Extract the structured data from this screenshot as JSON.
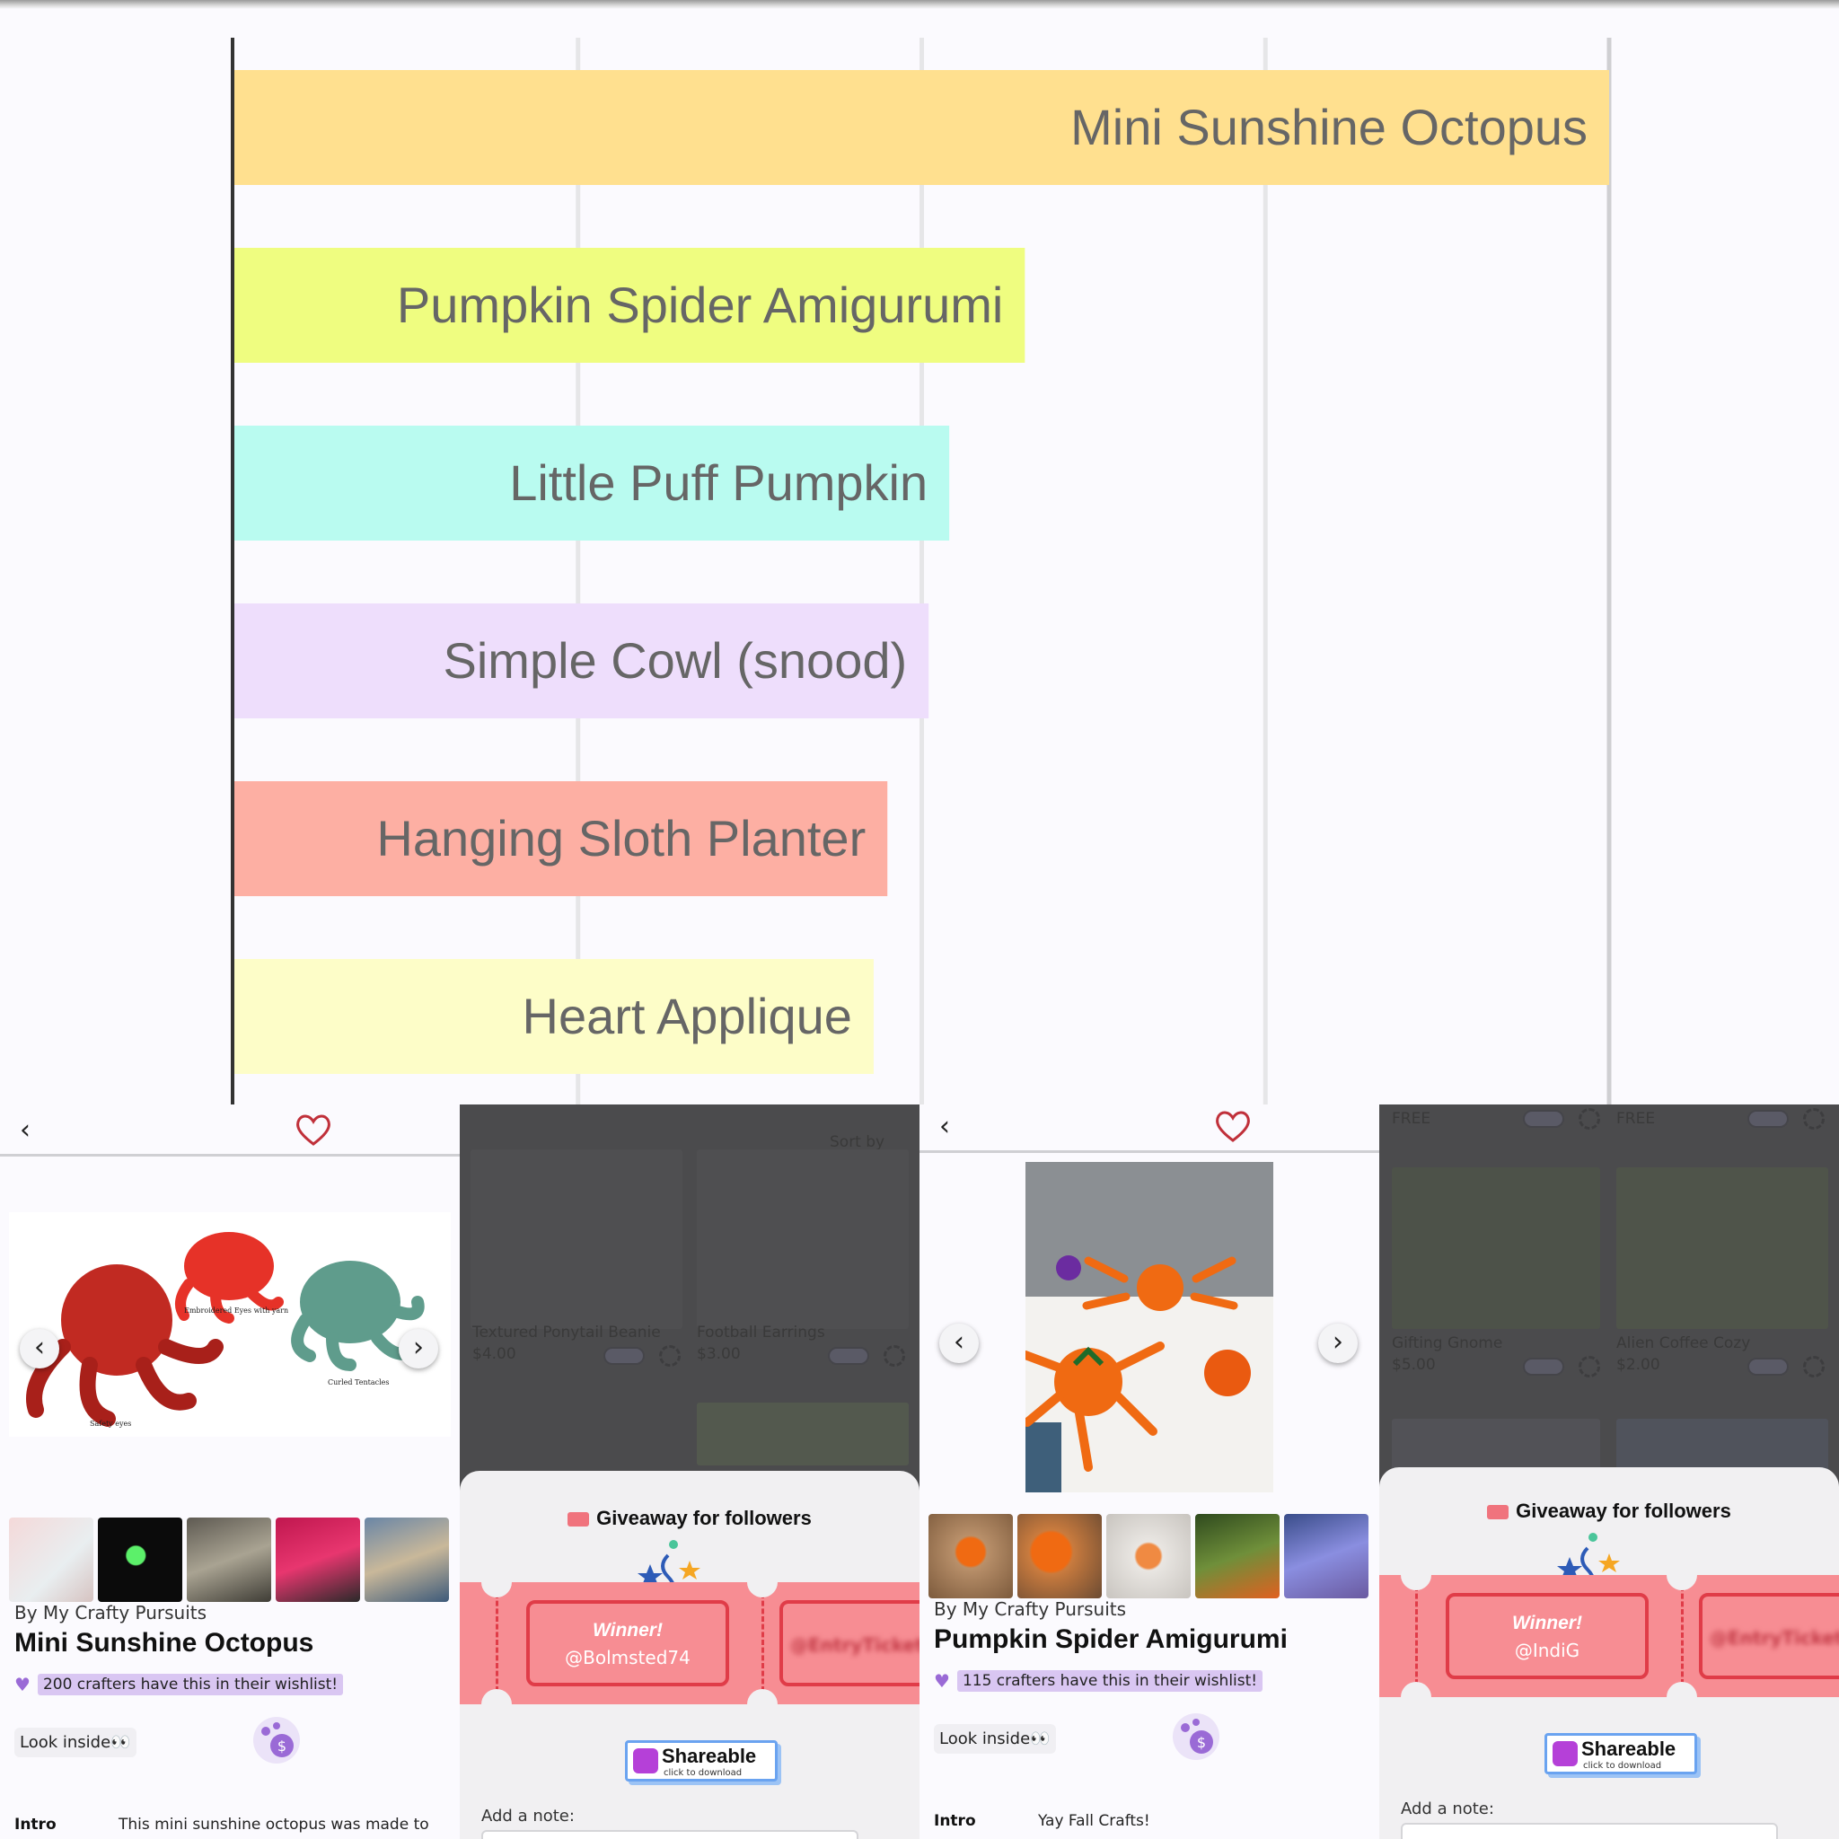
{
  "chart_data": {
    "type": "bar",
    "orientation": "horizontal",
    "categories": [
      "Mini Sunshine Octopus",
      "Pumpkin Spider Amigurumi",
      "Little Puff Pumpkin",
      "Simple Cowl (snood)",
      "Hanging Sloth Planter",
      "Heart Applique"
    ],
    "values": [
      200,
      115,
      104,
      101,
      95,
      93
    ],
    "colors": [
      "#ffe08f",
      "#effd80",
      "#b9fbf0",
      "#eedefc",
      "#fdafa3",
      "#fdfdc8"
    ],
    "xlim": [
      0,
      200
    ],
    "grid": true,
    "title": "",
    "xlabel": "",
    "ylabel": ""
  },
  "panels": {
    "p1": {
      "byline": "By My Crafty Pursuits",
      "title": "Mini Sunshine Octopus",
      "wishlist": "200 crafters have this in their wishlist!",
      "look_inside": "Look inside👀",
      "intro_label": "Intro",
      "intro_text": "This mini sunshine octopus was made to",
      "gallery_notes": [
        "Embroidered Eyes with yarn",
        "Curled Tentacles",
        "Safety eyes"
      ]
    },
    "p2": {
      "sort_label": "Sort by",
      "items": [
        {
          "name": "Textured Ponytail Beanie",
          "price": "$4.00"
        },
        {
          "name": "Football Earrings",
          "price": "$3.00"
        }
      ],
      "giveaway_title": "Giveaway for followers",
      "winner_label": "Winner!",
      "winner_handle": "@Bolmsted74",
      "next_handle": "@EntryTicket",
      "shareable": "Shareable",
      "shareable_sub": "click to download",
      "add_note": "Add a note:"
    },
    "p3": {
      "byline": "By My Crafty Pursuits",
      "title": "Pumpkin Spider Amigurumi",
      "wishlist": "115 crafters have this in their wishlist!",
      "look_inside": "Look inside👀",
      "intro_label": "Intro",
      "intro_text": "Yay Fall Crafts!"
    },
    "p4": {
      "free_label": "FREE",
      "items": [
        {
          "name": "Gifting Gnome",
          "price": "$5.00"
        },
        {
          "name": "Alien Coffee Cozy",
          "price": "$2.00"
        }
      ],
      "giveaway_title": "Giveaway for followers",
      "winner_label": "Winner!",
      "winner_handle": "@IndiG",
      "next_handle": "@EntryTicket",
      "shareable": "Shareable",
      "shareable_sub": "click to download",
      "add_note": "Add a note:"
    }
  }
}
